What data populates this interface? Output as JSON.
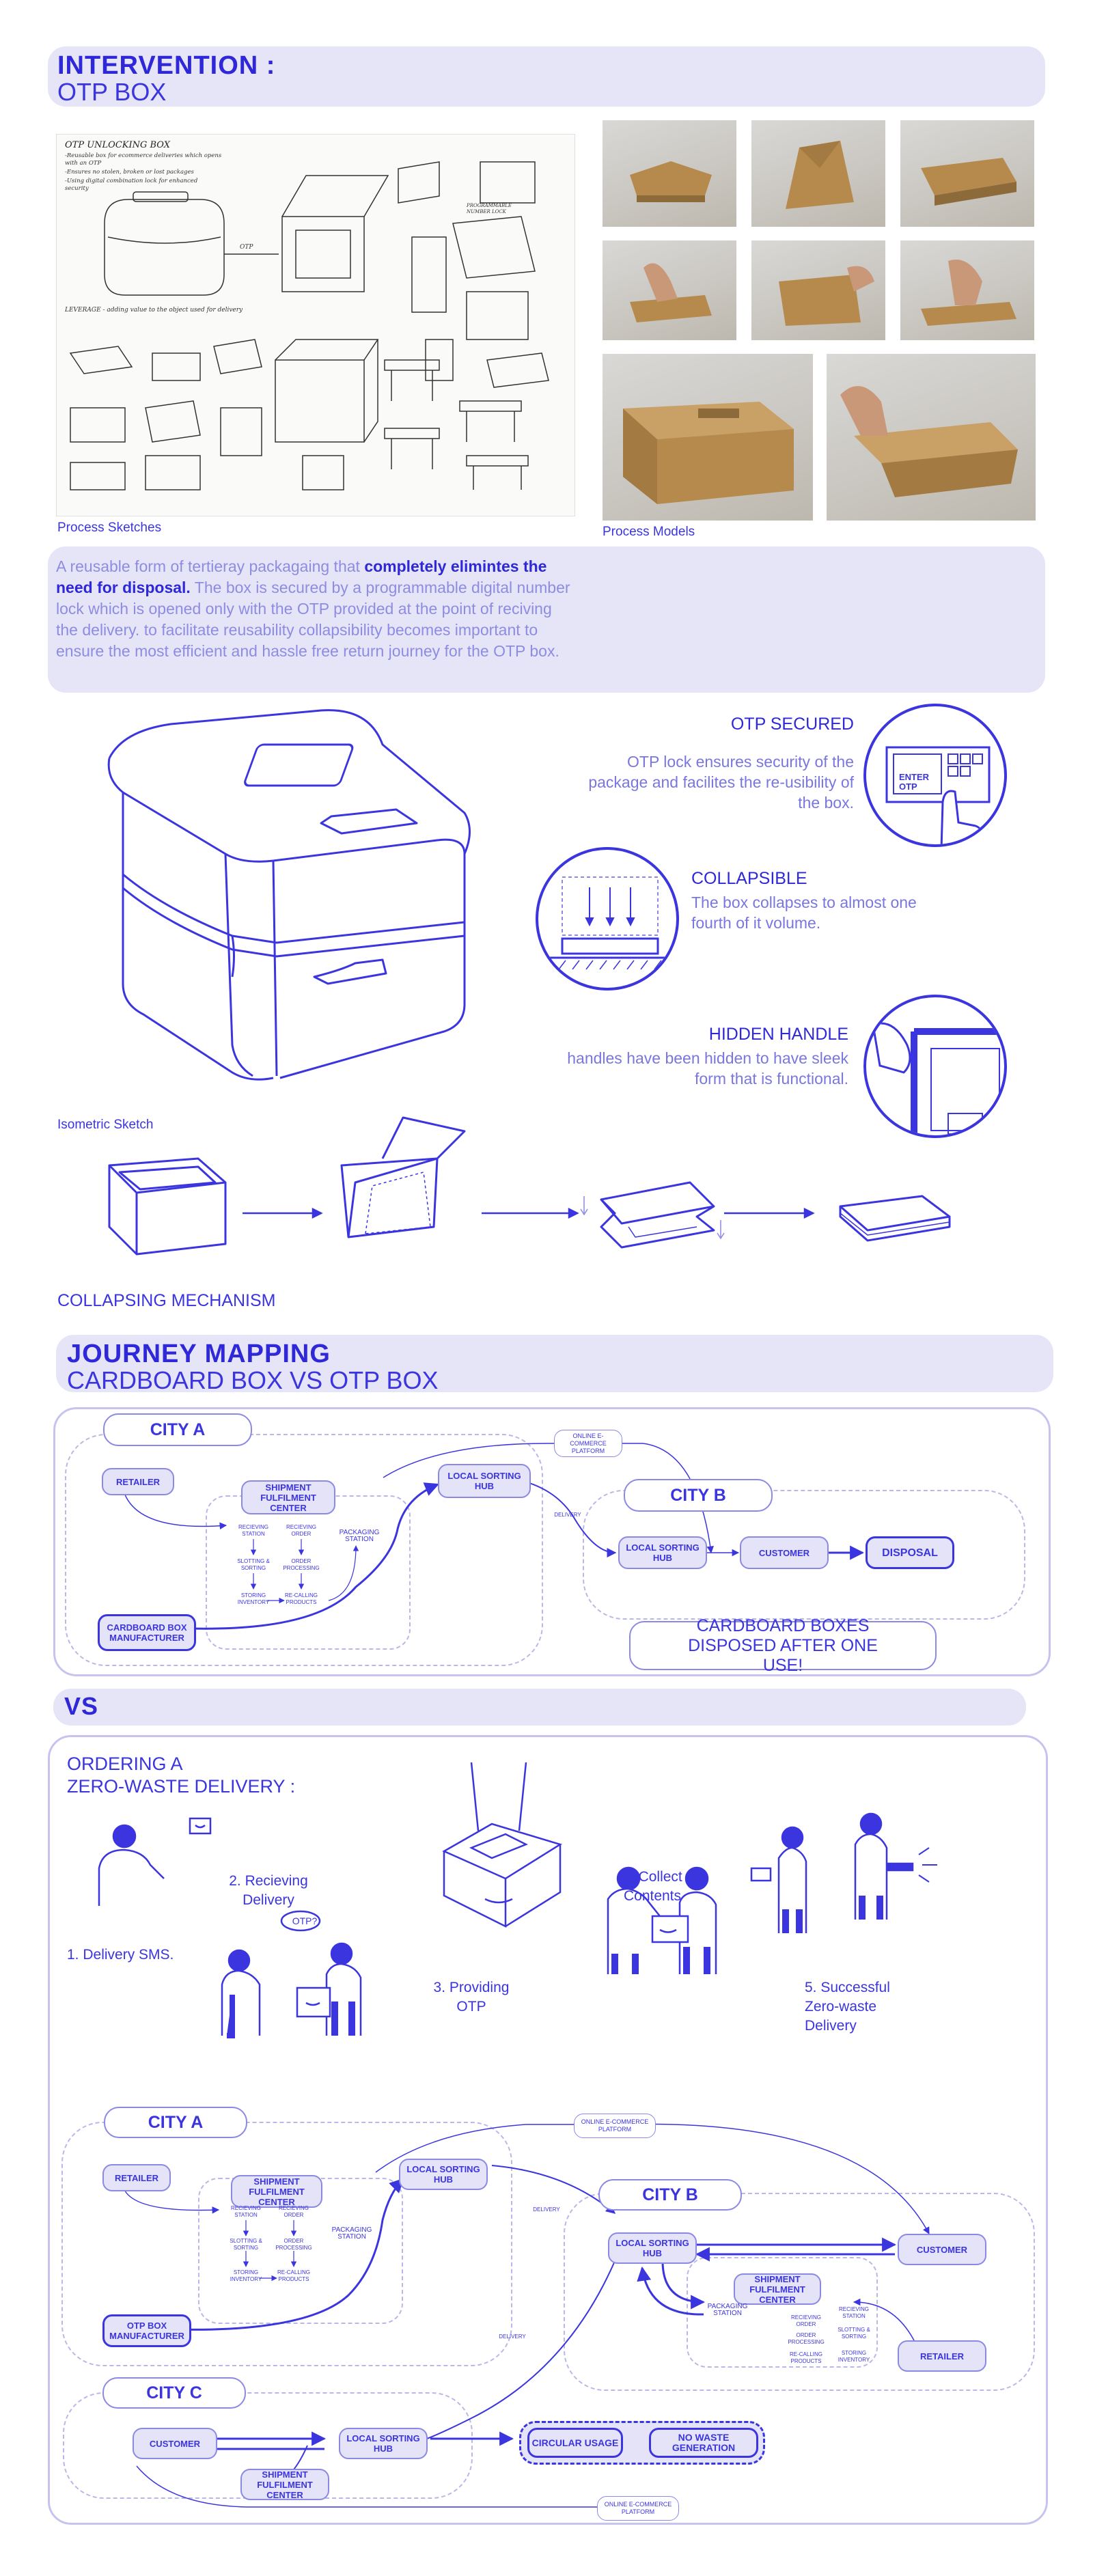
{
  "intervention": {
    "title": "INTERVENTION :",
    "subtitle": "OTP BOX"
  },
  "captions": {
    "sketches": "Process Sketches",
    "models": "Process Models",
    "isometric": "Isometric Sketch",
    "collapsing": "COLLAPSING MECHANISM"
  },
  "sketch_notes": {
    "heading": "OTP UNLOCKING BOX",
    "note1": "-Reusable box for ecommerce deliveries which opens with an OTP",
    "note2": "-Ensures no stolen, broken or lost packages",
    "note3": "-Using digital combination lock for enhanced security",
    "label_otp": "OTP",
    "bottom": "LEVERAGE - adding value to the object used for delivery",
    "prog": "PROGRAMMABLE NUMBER LOCK"
  },
  "description": {
    "lead": "A reusable form of tertieray packagaing that ",
    "bold": "completely elimintes the need for disposal.",
    "rest": " The box is secured by a programmable digital number lock which is opened only with the OTP provided at the point of reciving the delivery. to facilitate reusability collapsibility becomes important to ensure the most efficient and hassle free return journey for the OTP box."
  },
  "features": [
    {
      "title": "OTP SECURED",
      "text": "OTP lock ensures security of the package and facilites the re-usibility of the box."
    },
    {
      "title": "COLLAPSIBLE",
      "text": "The box collapses to almost one fourth of it volume."
    },
    {
      "title": "HIDDEN HANDLE",
      "text": "handles have been hidden to have sleek form that is functional."
    }
  ],
  "otp_screen": {
    "line1": "ENTER",
    "line2": "OTP"
  },
  "journey": {
    "title": "JOURNEY MAPPING",
    "subtitle": "CARDBOARD BOX VS OTP BOX"
  },
  "map1": {
    "city_a": "CITY A",
    "city_b": "CITY B",
    "retailer": "RETAILER",
    "shipment": "SHIPMENT FULFILMENT CENTER",
    "local_hub_a": "LOCAL SORTING HUB",
    "manufacturer": "CARDBOARD BOX MANUFACTURER",
    "local_hub_b": "LOCAL SORTING HUB",
    "customer": "CUSTOMER",
    "disposal": "DISPOSAL",
    "platform": "ONLINE E-COMMERCE PLATFORM",
    "delivery": "DELIVERY",
    "receiving": "RECIEVING STATION",
    "slotting": "SLOTTING & SORTING",
    "storing": "STORING INVENTORY",
    "order": "RECIEVING ORDER",
    "processing": "ORDER PROCESSING",
    "recalling": "RE-CALLING PRODUCTS",
    "packaging": "PACKAGING STATION",
    "note": "CARDBOARD BOXES DISPOSED AFTER ONE USE!"
  },
  "vs": "VS",
  "zero_waste": {
    "title_line1": "ORDERING A",
    "title_line2": "ZERO-WASTE DELIVERY :",
    "steps": [
      "1. Delivery SMS.",
      "2. Recieving Delivery",
      "3. Providing OTP",
      "4. Collect Contents",
      "5. Successful Zero-waste Delivery"
    ],
    "bubble": "OTP?"
  },
  "map2": {
    "city_a": "CITY A",
    "city_b": "CITY B",
    "city_c": "CITY C",
    "retailer": "RETAILER",
    "shipment": "SHIPMENT FULFILMENT CENTER",
    "local_hub": "LOCAL SORTING HUB",
    "manufacturer": "OTP BOX MANUFACTURER",
    "customer": "CUSTOMER",
    "packaging": "PACKAGING STATION",
    "circular": "CIRCULAR USAGE",
    "no_waste": "NO WASTE GENERATION",
    "platform": "ONLINE E-COMMERCE PLATFORM",
    "delivery": "DELIVERY",
    "receiving": "RECIEVING STATION",
    "slotting": "SLOTTING & SORTING",
    "storing": "STORING INVENTORY",
    "order": "RECIEVING ORDER",
    "processing": "ORDER PROCESSING",
    "recalling": "RE-CALLING PRODUCTS"
  },
  "colors": {
    "accent": "#3b35e0",
    "lavender": "#e6e5f7",
    "muted_text": "#8d8ce2",
    "cardboard": "#b58a4c"
  }
}
